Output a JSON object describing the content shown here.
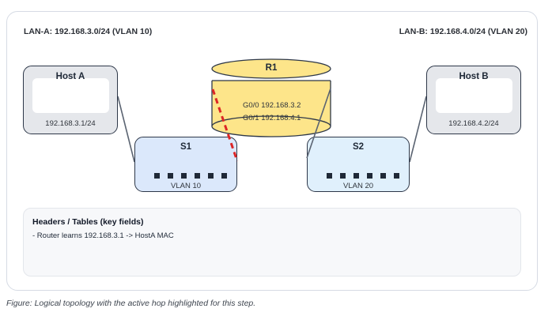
{
  "lans": {
    "a": "LAN-A: 192.168.3.0/24 (VLAN 10)",
    "b": "LAN-B: 192.168.4.0/24 (VLAN 20)"
  },
  "hosts": {
    "a": {
      "name": "Host A",
      "ip": "192.168.3.1/24"
    },
    "b": {
      "name": "Host B",
      "ip": "192.168.4.2/24"
    }
  },
  "router": {
    "name": "R1",
    "interfaces": [
      "G0/0 192.168.3.2",
      "G0/1 192.168.4.1"
    ]
  },
  "switches": {
    "s1": {
      "name": "S1",
      "vlan": "VLAN 10",
      "port_count": 6
    },
    "s2": {
      "name": "S2",
      "vlan": "VLAN 20",
      "port_count": 6
    }
  },
  "links": [
    {
      "from": "Host A",
      "to": "S1",
      "active": false
    },
    {
      "from": "S1",
      "to": "R1",
      "active": true
    },
    {
      "from": "R1",
      "to": "S2",
      "active": false
    },
    {
      "from": "S2",
      "to": "Host B",
      "active": false
    }
  ],
  "colors": {
    "active_link": "#dc2626",
    "link": "#5b6472",
    "router_fill": "#fde58a",
    "switch1_fill": "#dbe8fb",
    "switch2_fill": "#e0f0fc",
    "host_fill": "#e5e7eb"
  },
  "panel": {
    "heading": "Headers / Tables (key fields)",
    "lines": [
      "- Router learns 192.168.3.1 -> HostA MAC"
    ]
  },
  "caption": "Figure: Logical topology with the active hop highlighted for this step."
}
